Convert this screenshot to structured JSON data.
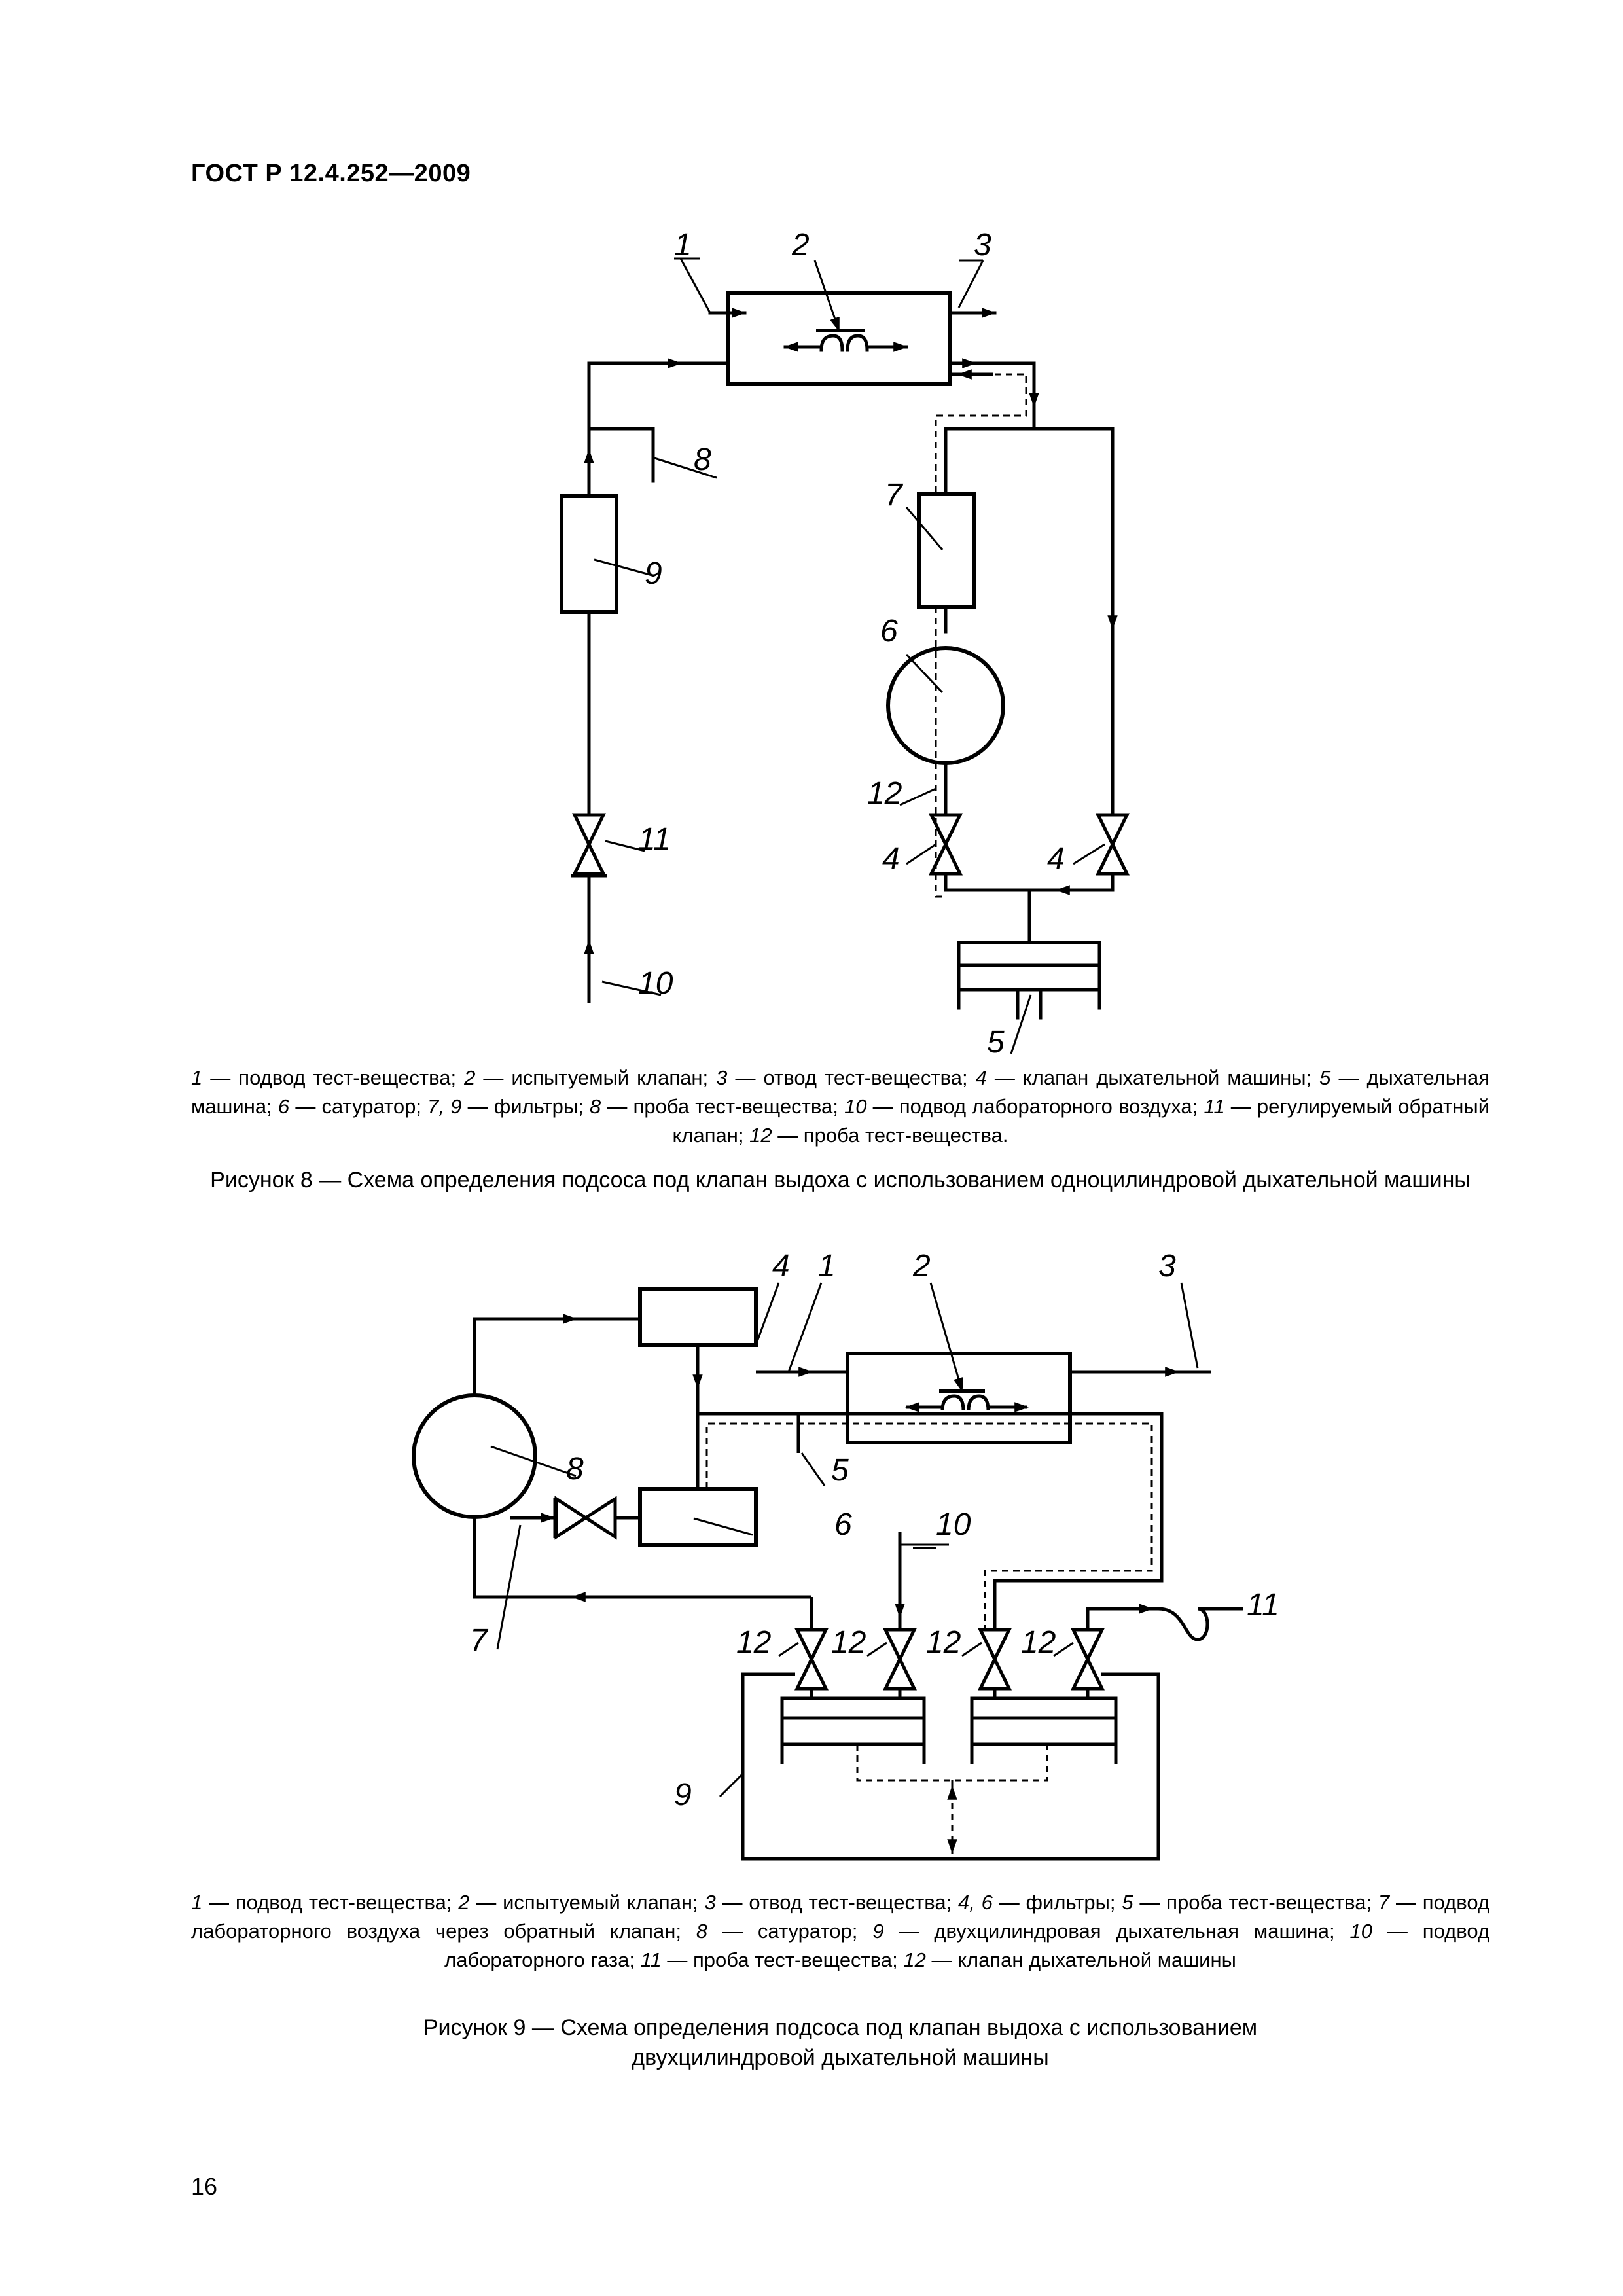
{
  "header": {
    "standard": "ГОСТ Р 12.4.252—2009"
  },
  "figure8": {
    "labels": [
      "1",
      "2",
      "3",
      "4",
      "5",
      "6",
      "7",
      "8",
      "9",
      "10",
      "11",
      "12"
    ],
    "legend": [
      {
        "n": "1",
        "t": " — подвод тест-вещества; "
      },
      {
        "n": "2",
        "t": " — испытуемый клапан; "
      },
      {
        "n": "3",
        "t": " — отвод тест-вещества; "
      },
      {
        "n": "4",
        "t": " — клапан дыхательной машины; "
      },
      {
        "n": "5",
        "t": " — дыхательная машина; "
      },
      {
        "n": "6",
        "t": " — сатуратор; "
      },
      {
        "n": "7, 9",
        "t": " — фильтры; "
      },
      {
        "n": "8",
        "t": " — проба тест-вещества; "
      },
      {
        "n": "10",
        "t": " — подвод лабораторного воздуха; "
      },
      {
        "n": "11",
        "t": " — регулируемый обратный клапан; "
      },
      {
        "n": "12",
        "t": " — проба тест-вещества."
      }
    ],
    "caption": "Рисунок 8 — Схема определения подсоса под клапан выдоха с использованием одноцилиндровой дыхательной машины"
  },
  "figure9": {
    "labels": [
      "1",
      "2",
      "3",
      "4",
      "5",
      "6",
      "7",
      "8",
      "9",
      "10",
      "11",
      "12"
    ],
    "legend": [
      {
        "n": "1",
        "t": " — подвод тест-вещества; "
      },
      {
        "n": "2",
        "t": " — испытуемый клапан; "
      },
      {
        "n": "3",
        "t": " — отвод тест-вещества; "
      },
      {
        "n": "4, 6",
        "t": " — фильтры; "
      },
      {
        "n": "5",
        "t": " — проба тест-вещества; "
      },
      {
        "n": "7",
        "t": " — подвод лабораторного воздуха через обратный клапан; "
      },
      {
        "n": "8",
        "t": " — сатуратор; "
      },
      {
        "n": "9",
        "t": " — двухцилиндровая дыхательная машина; "
      },
      {
        "n": "10",
        "t": " — подвод лабораторного газа; "
      },
      {
        "n": "11",
        "t": " — проба тест-вещества; "
      },
      {
        "n": "12",
        "t": " — клапан дыхательной машины"
      }
    ],
    "caption_line1": "Рисунок 9 — Схема определения подсоса под клапан выдоха с использованием",
    "caption_line2": "двухцилиндровой дыхательной машины"
  },
  "page_number": "16"
}
